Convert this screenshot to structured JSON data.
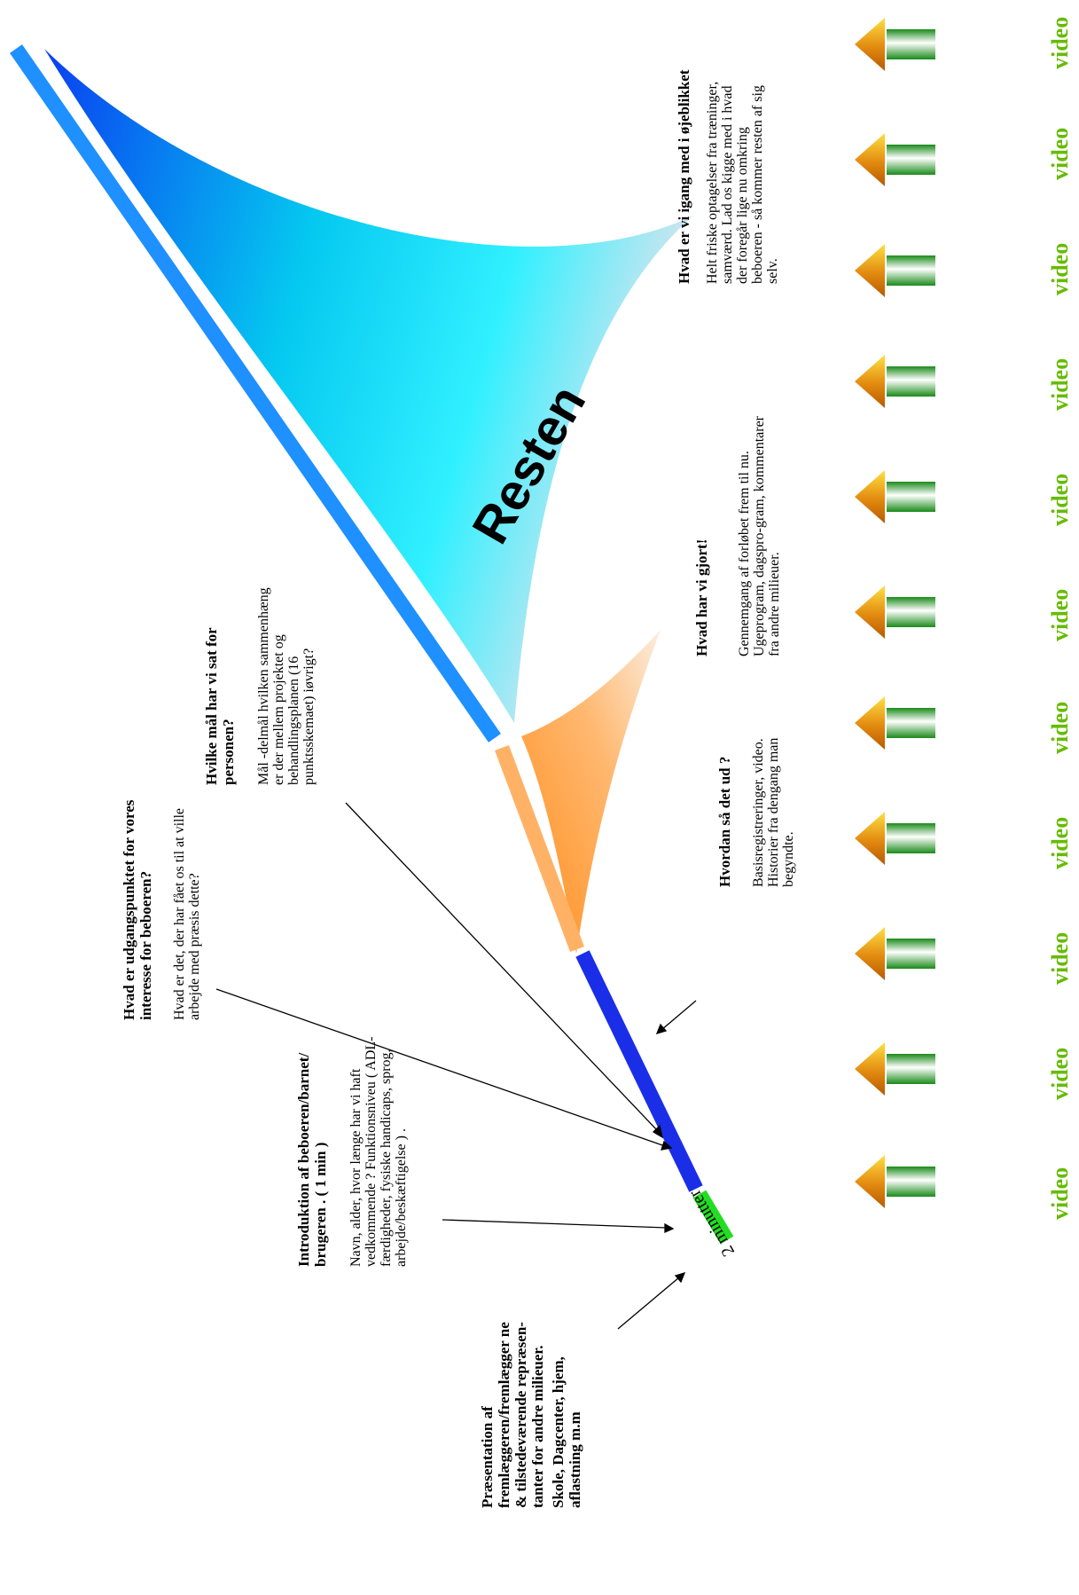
{
  "diagram": {
    "minutes_label": "2 minutter",
    "resten_label": "Resten",
    "arrow_caption": "video",
    "sections": {
      "current": {
        "heading": "Hvad er vi igang med i øjeblikket",
        "body": "Helt friske optagelser fra træninger, samvæ​rd. Lad os kigge med i hvad der foregår lige nu omkring beboeren - så kommer resten af sig selv."
      },
      "done": {
        "heading": "Hvad har vi gjort!",
        "body": "Gennemgang af forløbet frem til nu. Ugeprogram, dagspro-gram, kommentarer fra andre milieuer."
      },
      "before": {
        "heading": "Hvordan så det ud ?",
        "body": "Basisregistreringer, video. Historier fra dengang man begyndte."
      },
      "goals": {
        "heading": "Hvilke mål har vi sat for personen?",
        "body": "Mål -delmål hvilken sammenhæng er der mellem projektet og behandlingsplanen (16 punktsskemaet) iøvrigt?"
      },
      "starting_point": {
        "heading": "Hvad er udgangspunktet for vores interesse for beboeren?",
        "body": "Hvad er det, der har fået os til at ville arbejde med præsis dette?"
      },
      "introduction": {
        "heading": "Introduktion af beboeren/barnet/ brugeren . ( 1 min )",
        "body": "Navn, alder, hvor længe har vi haft vedkommende ? Funktionsniveu ( ADL-færdigheder, fysiske handicaps, sprog, arbejde/beskæftigelse ) ."
      },
      "presentation": {
        "heading": "Præsentation af fremlæggeren/fremlægger ne & tilstedeværende repræsen-tanter for andre milieuer.",
        "body": "Skole, Dagcenter, hjem, aflastning m.m"
      }
    },
    "colors": {
      "segment_resten": "#1e90ff",
      "segment_orange": "#ffb266",
      "segment_navy": "#1a2ee8",
      "segment_green": "#22dd22",
      "video_text": "#66bb00"
    }
  }
}
